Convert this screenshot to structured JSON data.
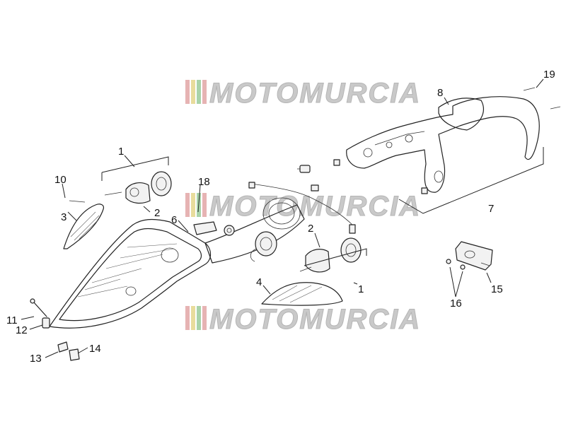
{
  "watermark": {
    "text": "MOTOMURCIA",
    "stripe_colors": [
      "#e6b3b3",
      "#e8dc9c",
      "#a9d3a9",
      "#e6b3b3"
    ]
  },
  "callouts": [
    {
      "id": "c1a",
      "label": "1"
    },
    {
      "id": "c2a",
      "label": "2"
    },
    {
      "id": "c3",
      "label": "3"
    },
    {
      "id": "c10",
      "label": "10"
    },
    {
      "id": "c18",
      "label": "18"
    },
    {
      "id": "c6",
      "label": "6"
    },
    {
      "id": "c2b",
      "label": "2"
    },
    {
      "id": "c1b",
      "label": "1"
    },
    {
      "id": "c4",
      "label": "4"
    },
    {
      "id": "c11",
      "label": "11"
    },
    {
      "id": "c12",
      "label": "12"
    },
    {
      "id": "c13",
      "label": "13"
    },
    {
      "id": "c14",
      "label": "14"
    },
    {
      "id": "c8",
      "label": "8"
    },
    {
      "id": "c19",
      "label": "19"
    },
    {
      "id": "c7",
      "label": "7"
    },
    {
      "id": "c15",
      "label": "15"
    },
    {
      "id": "c16",
      "label": "16"
    }
  ]
}
